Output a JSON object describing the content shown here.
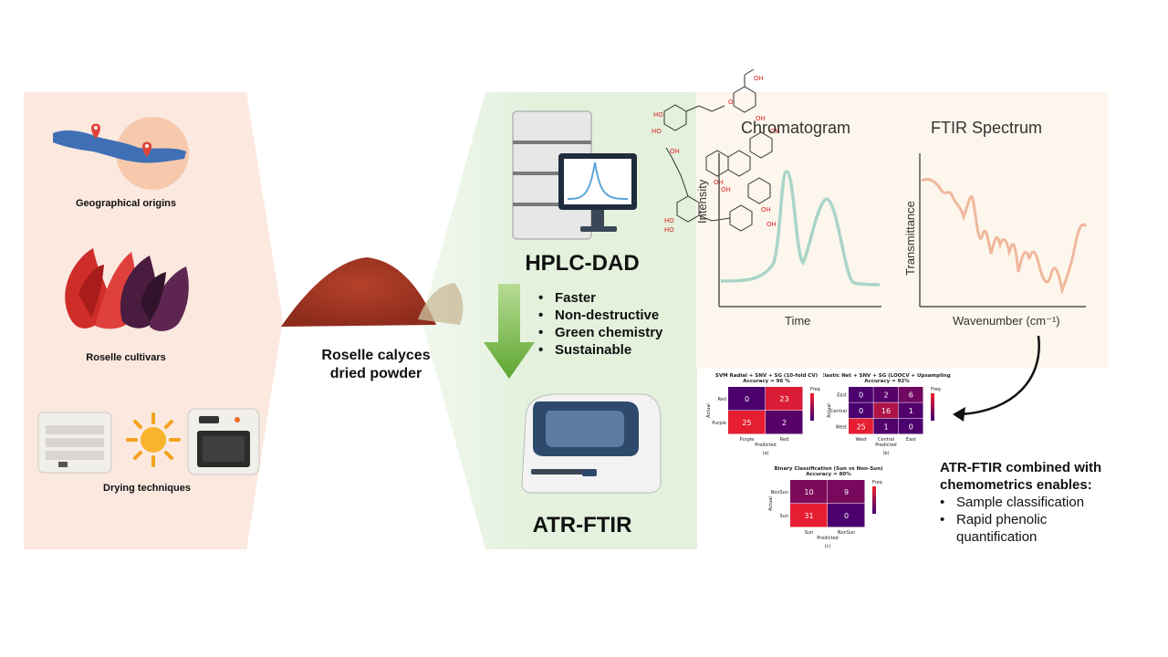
{
  "left_panel": {
    "geo_label": "Geographical origins",
    "cultivar_label": "Roselle cultivars",
    "drying_label": "Drying techniques"
  },
  "center": {
    "powder_label_line1": "Roselle calyces",
    "powder_label_line2": "dried powder"
  },
  "middle_panel": {
    "hplc_label": "HPLC-DAD",
    "ftir_label": "ATR-FTIR",
    "benefits": [
      "Faster",
      "Non-destructive",
      "Green chemistry",
      "Sustainable"
    ]
  },
  "charts": {
    "chromatogram": {
      "title": "Chromatogram",
      "xlabel": "Time",
      "ylabel": "Intensity"
    },
    "ftir": {
      "title": "FTIR Spectrum",
      "xlabel": "Wavenumber (cm⁻¹)",
      "ylabel": "Transmittance"
    }
  },
  "chart_data": [
    {
      "type": "heatmap",
      "title": "SVM Radial + SNV + SG (10-fold CV)",
      "subtitle": "Accuracy = 96 %",
      "xlabel": "Predicted",
      "ylabel": "Actual",
      "x_categories": [
        "Purple",
        "Red"
      ],
      "y_categories": [
        "Red",
        "Purple"
      ],
      "values": [
        [
          0,
          23
        ],
        [
          25,
          2
        ]
      ],
      "legend_title": "Freq",
      "panel_label": "(a)"
    },
    {
      "type": "heatmap",
      "title": "Elastic Net + SNV + SG (LOOCV + Upsampling)",
      "subtitle": "Accuracy = 92%",
      "xlabel": "Predicted",
      "ylabel": "Actual",
      "x_categories": [
        "West",
        "Central",
        "East"
      ],
      "y_categories": [
        "East",
        "Central",
        "West"
      ],
      "values": [
        [
          0,
          2,
          6
        ],
        [
          0,
          16,
          1
        ],
        [
          25,
          1,
          0
        ]
      ],
      "legend_title": "Freq",
      "panel_label": "(b)"
    },
    {
      "type": "heatmap",
      "title": "Binary Classification (Sun vs Non-Sun)",
      "subtitle": "Accuracy = 80%",
      "xlabel": "Predicted",
      "ylabel": "Actual",
      "x_categories": [
        "Sun",
        "NonSun"
      ],
      "y_categories": [
        "NonSun",
        "Sun"
      ],
      "values": [
        [
          10,
          9
        ],
        [
          31,
          0
        ]
      ],
      "legend_title": "Freq",
      "panel_label": "(c)"
    }
  ],
  "summary": {
    "title_line1": "ATR-FTIR combined with",
    "title_line2": "chemometrics enables:",
    "items": [
      "Sample classification",
      "Rapid phenolic quantification"
    ]
  },
  "colors": {
    "left_bg": "#fbe8df",
    "mid_bg": "#e3f1dd",
    "right_bg": "#fdf6ec",
    "chromatogram_line": "#a8d5c8",
    "ftir_line": "#f0b89e",
    "arrow_green": "#6cb33f"
  }
}
